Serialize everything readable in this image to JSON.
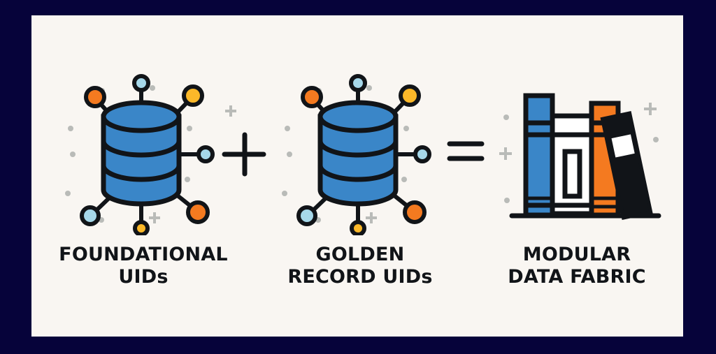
{
  "diagram": {
    "terms": [
      {
        "label_line1": "FOUNDATIONAL",
        "label_line2": "UIDs",
        "icon": "database-network-icon"
      },
      {
        "label_line1": "GOLDEN",
        "label_line2": "RECORD UIDs",
        "icon": "database-network-icon"
      },
      {
        "label_line1": "MODULAR",
        "label_line2": "DATA FABRIC",
        "icon": "books-icon"
      }
    ],
    "operators": [
      "+",
      "="
    ]
  },
  "colors": {
    "background": "#06033a",
    "panel": "#f9f6f2",
    "blue": "#3a86c8",
    "orange": "#f47a20",
    "yellow": "#fbb829",
    "light_blue": "#a6d8ea",
    "outline": "#111418",
    "sparkle": "#b9bbb8"
  }
}
